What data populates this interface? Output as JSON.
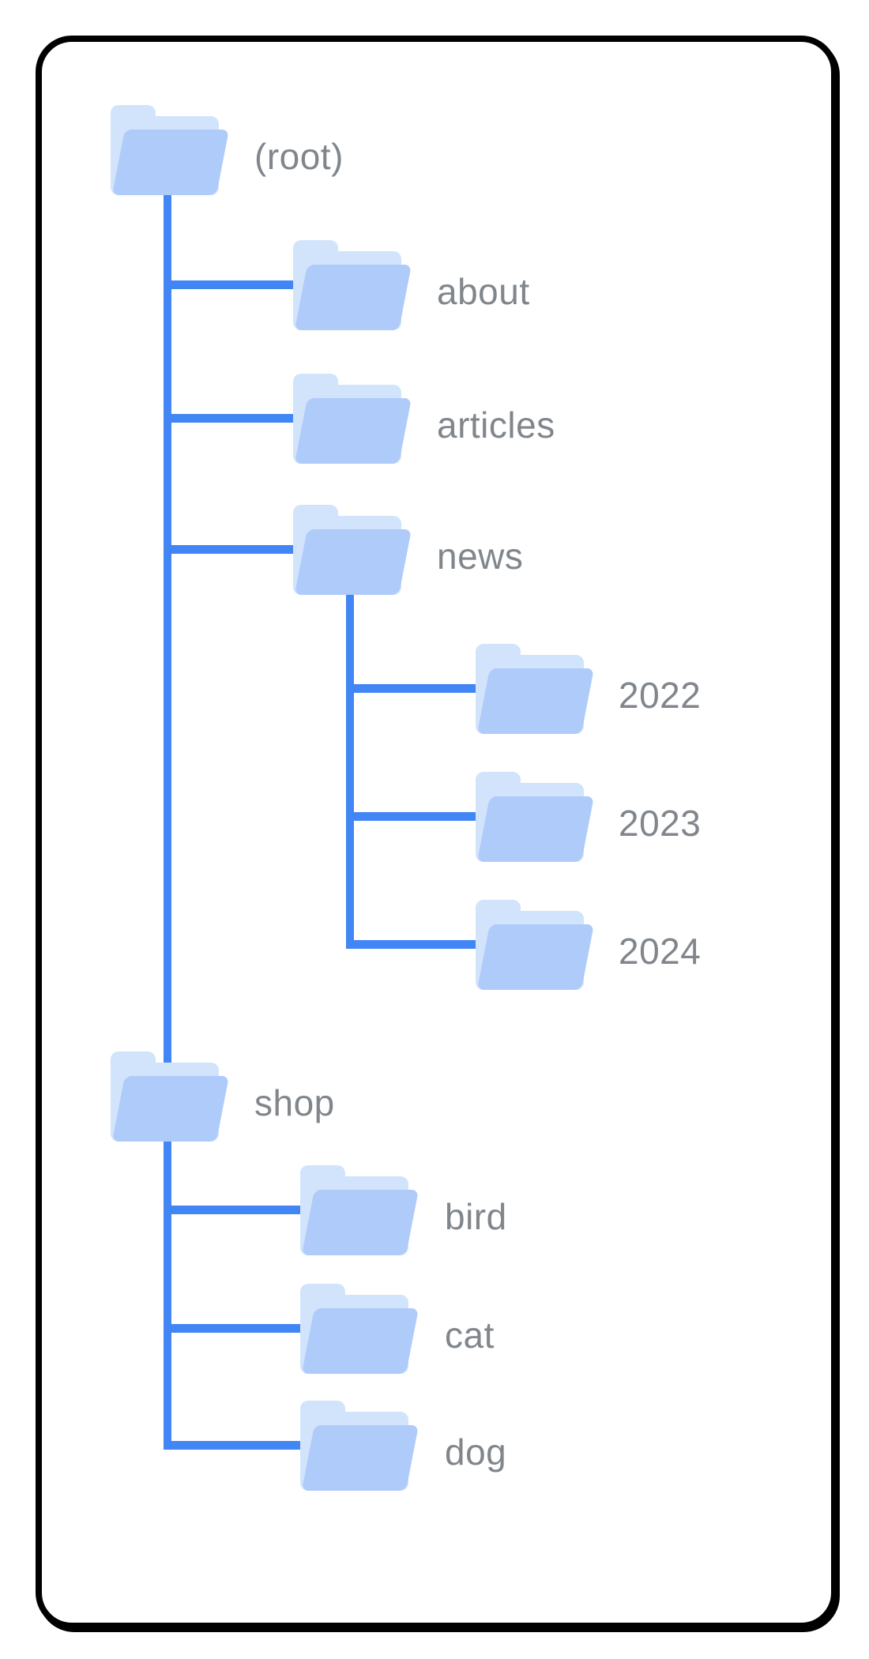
{
  "diagram": {
    "title": "site folder structure tree",
    "tree": {
      "nodes": [
        {
          "id": "root",
          "label": "(root)",
          "level": 0,
          "children": [
            "about",
            "articles",
            "news",
            "shop"
          ]
        },
        {
          "id": "about",
          "label": "about",
          "level": 1,
          "children": []
        },
        {
          "id": "articles",
          "label": "articles",
          "level": 1,
          "children": []
        },
        {
          "id": "news",
          "label": "news",
          "level": 1,
          "children": [
            "2022",
            "2023",
            "2024"
          ]
        },
        {
          "id": "y2022",
          "label": "2022",
          "level": 2,
          "children": []
        },
        {
          "id": "y2023",
          "label": "2023",
          "level": 2,
          "children": []
        },
        {
          "id": "y2024",
          "label": "2024",
          "level": 2,
          "children": []
        },
        {
          "id": "shop",
          "label": "shop",
          "level": 1,
          "children": [
            "bird",
            "cat",
            "dog"
          ]
        },
        {
          "id": "bird",
          "label": "bird",
          "level": 2,
          "children": []
        },
        {
          "id": "cat",
          "label": "cat",
          "level": 2,
          "children": []
        },
        {
          "id": "dog",
          "label": "dog",
          "level": 2,
          "children": []
        }
      ]
    },
    "colors": {
      "connector_line": "#4285f4",
      "folder_front": "#aecbfa",
      "folder_back": "#d2e3fc",
      "label_text": "#80868b",
      "card_border": "#000000",
      "background": "#ffffff"
    }
  }
}
